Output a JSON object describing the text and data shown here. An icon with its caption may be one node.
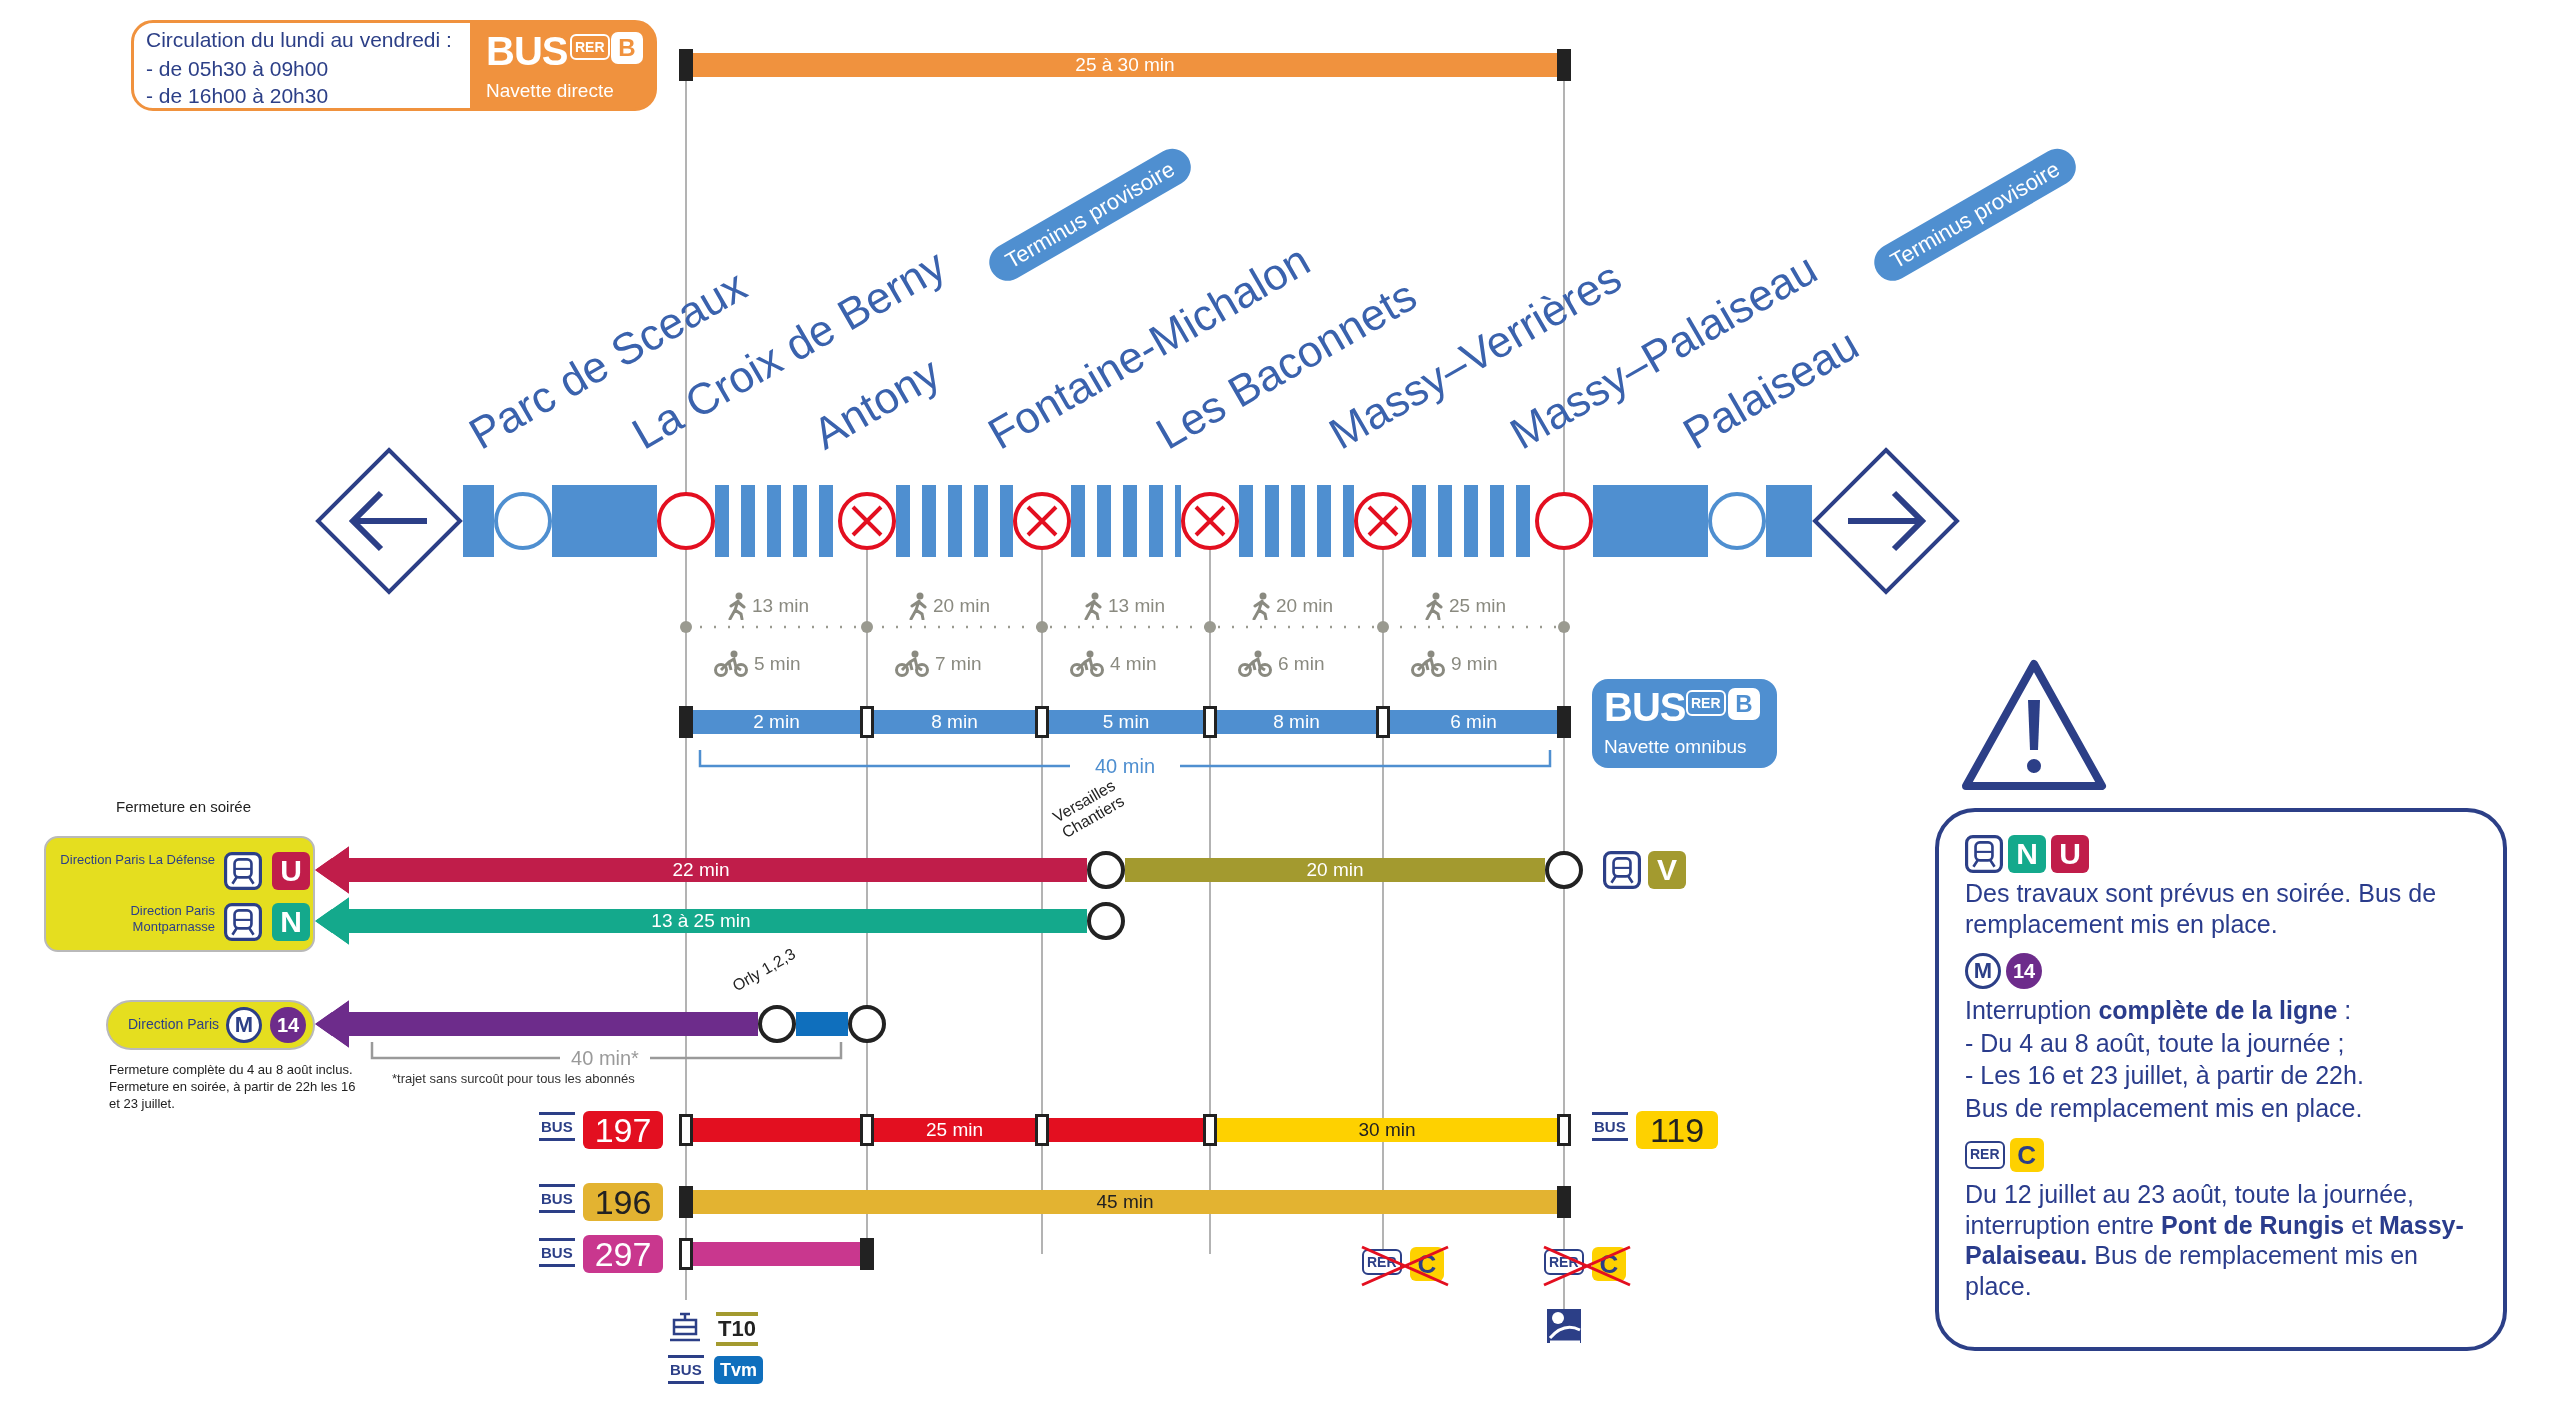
{
  "diagram": {
    "nodes": [
      {
        "text": [
          "Circulation du lundi au vendredi :",
          "- de 05h30 à 09h00",
          "- de 16h00 à 20h30",
          "BUS",
          "RER",
          "B",
          "Navette directe"
        ]
      },
      {
        "text": [],
        "shape": "bar"
      },
      {
        "text": [],
        "shape": "bar"
      },
      {
        "text": [],
        "shape": "diamond"
      },
      {
        "text": [
          "Parc de Sceaux"
        ]
      },
      {
        "text": [
          "La Croix de Berny"
        ]
      },
      {
        "text": [
          "Antony"
        ]
      },
      {
        "text": [
          "Fontaine-Michalon"
        ]
      },
      {
        "text": [
          "Les Baconnets"
        ]
      },
      {
        "text": [
          "Massy–Verrières"
        ]
      },
      {
        "text": [
          "Massy–Palaiseau"
        ]
      },
      {
        "text": [
          "Palaiseau"
        ]
      },
      {
        "text": [],
        "shape": "diamond"
      },
      {
        "text": [],
        "shape": "bar"
      },
      {
        "text": [],
        "shape": "bar"
      },
      {
        "text": [],
        "shape": "bar"
      },
      {
        "text": [],
        "shape": "bar"
      },
      {
        "text": [],
        "shape": "bar"
      },
      {
        "text": [],
        "shape": "bar"
      },
      {
        "text": [
          "BUS",
          "RER",
          "B",
          "Navette omnibus"
        ]
      },
      {
        "text": [
          "Fermeture en soirée",
          "Direction Paris La Défense",
          "U",
          "Direction Paris Montparnasse",
          "N"
        ]
      },
      {
        "text": [
          "Versailles Chantiers"
        ]
      },
      {
        "text": [],
        "shape": "circle",
        "beside": [
          "V"
        ]
      },
      {
        "text": [],
        "shape": "circle"
      },
      {
        "text": [
          "Direction Paris",
          "M",
          "14"
        ],
        "beside": [
          "Fermeture complète du 4 au 8 août inclus. Fermeture en soirée, à partir de 22h les 16 et 23 juillet."
        ]
      },
      {
        "text": [
          "Orly 1,2,3"
        ]
      },
      {
        "text": [],
        "shape": "circle"
      },
      {
        "text": [
          "197"
        ],
        "beside": [
          "BUS"
        ]
      },
      {
        "text": [],
        "shape": "bar"
      },
      {
        "text": [],
        "shape": "bar"
      },
      {
        "text": [],
        "shape": "bar"
      },
      {
        "text": [],
        "shape": "bar"
      },
      {
        "text": [],
        "shape": "bar"
      },
      {
        "text": [
          "119"
        ],
        "beside": [
          "BUS"
        ]
      },
      {
        "text": [
          "196"
        ],
        "beside": [
          "BUS"
        ]
      },
      {
        "text": [],
        "shape": "bar"
      },
      {
        "text": [],
        "shape": "bar"
      },
      {
        "text": [
          "297"
        ],
        "beside": [
          "BUS"
        ]
      },
      {
        "text": [],
        "shape": "bar"
      },
      {
        "text": [],
        "shape": "bar"
      },
      {
        "text": [
          "N",
          "U",
          "Des travaux sont prévus en soirée. Bus de remplacement mis en place.",
          "M",
          "14",
          "Interruption **complète de la ligne** :",
          "- Du 4 au 8 août, toute la journée ;",
          "- Les 16 et 23 juillet, à partir de 22h.",
          "Bus de remplacement mis en place.",
          "RER",
          "C",
          "Du 12 juillet au 23 août, toute la journée, interruption entre **Pont de Rungis** et **Massy-Palaiseau.** Bus de remplacement mis en place."
        ]
      }
    ],
    "edges": [
      {
        "from": 1,
        "to": 2,
        "arrow": "none",
        "label": "25 à 30 min",
        "color": "#f0923e"
      },
      {
        "from": 3,
        "to": 4,
        "arrow": "none",
        "style": "thick"
      },
      {
        "from": 4,
        "to": 5,
        "arrow": "none",
        "style": "thick"
      },
      {
        "from": 5,
        "to": 6,
        "arrow": "none",
        "style": "dashed"
      },
      {
        "from": 6,
        "to": 7,
        "arrow": "none",
        "style": "dashed"
      },
      {
        "from": 7,
        "to": 8,
        "arrow": "none",
        "style": "dashed"
      },
      {
        "from": 8,
        "to": 9,
        "arrow": "none",
        "style": "dashed"
      },
      {
        "from": 9,
        "to": 10,
        "arrow": "none",
        "style": "dashed"
      },
      {
        "from": 10,
        "to": 11,
        "arrow": "none",
        "style": "thick"
      },
      {
        "from": 11,
        "to": 12,
        "arrow": "none",
        "style": "thick"
      },
      {
        "from": 13,
        "to": 14,
        "arrow": "none",
        "label": "2 min"
      },
      {
        "from": 14,
        "to": 15,
        "arrow": "none",
        "label": "8 min"
      },
      {
        "from": 15,
        "to": 16,
        "arrow": "none",
        "label": "5 min"
      },
      {
        "from": 16,
        "to": 17,
        "arrow": "none",
        "label": "8 min"
      },
      {
        "from": 17,
        "to": 18,
        "arrow": "none",
        "label": "6 min"
      },
      {
        "from": 21,
        "to": 20,
        "arrow": "to",
        "label": "22 min",
        "color": "#c01d4a"
      },
      {
        "from": 22,
        "to": 21,
        "arrow": "none",
        "label": "20 min",
        "color": "#a39a2f"
      },
      {
        "from": 23,
        "to": 20,
        "arrow": "to",
        "label": "13 à 25 min",
        "color": "#14a98c"
      },
      {
        "from": 25,
        "to": 24,
        "arrow": "to",
        "color": "#6d2c8b"
      },
      {
        "from": 26,
        "to": 25,
        "arrow": "none",
        "color": "#0f6fbd"
      },
      {
        "from": 28,
        "to": 29,
        "arrow": "none",
        "color": "#e30f20"
      },
      {
        "from": 29,
        "to": 30,
        "arrow": "none",
        "label": "25 min",
        "color": "#e30f20"
      },
      {
        "from": 30,
        "to": 31,
        "arrow": "none",
        "color": "#e30f20"
      },
      {
        "from": 31,
        "to": 32,
        "arrow": "none",
        "label": "30 min",
        "color": "#fed100"
      },
      {
        "from": 35,
        "to": 36,
        "arrow": "none",
        "label": "45 min",
        "color": "#e3b331"
      },
      {
        "from": 38,
        "to": 39,
        "arrow": "none",
        "color": "#c9378e"
      }
    ],
    "labels": [
      "13 min",
      "20 min",
      "13 min",
      "20 min",
      "25 min",
      "5 min",
      "7 min",
      "4 min",
      "6 min",
      "9 min",
      "40 min",
      "40 min*",
      "*trajet sans surcoût pour tous les abonnés",
      "RER",
      "C",
      "RER",
      "C",
      "T10",
      "BUS",
      "Tvm",
      "Terminus provisoire",
      "Terminus provisoire"
    ]
  }
}
